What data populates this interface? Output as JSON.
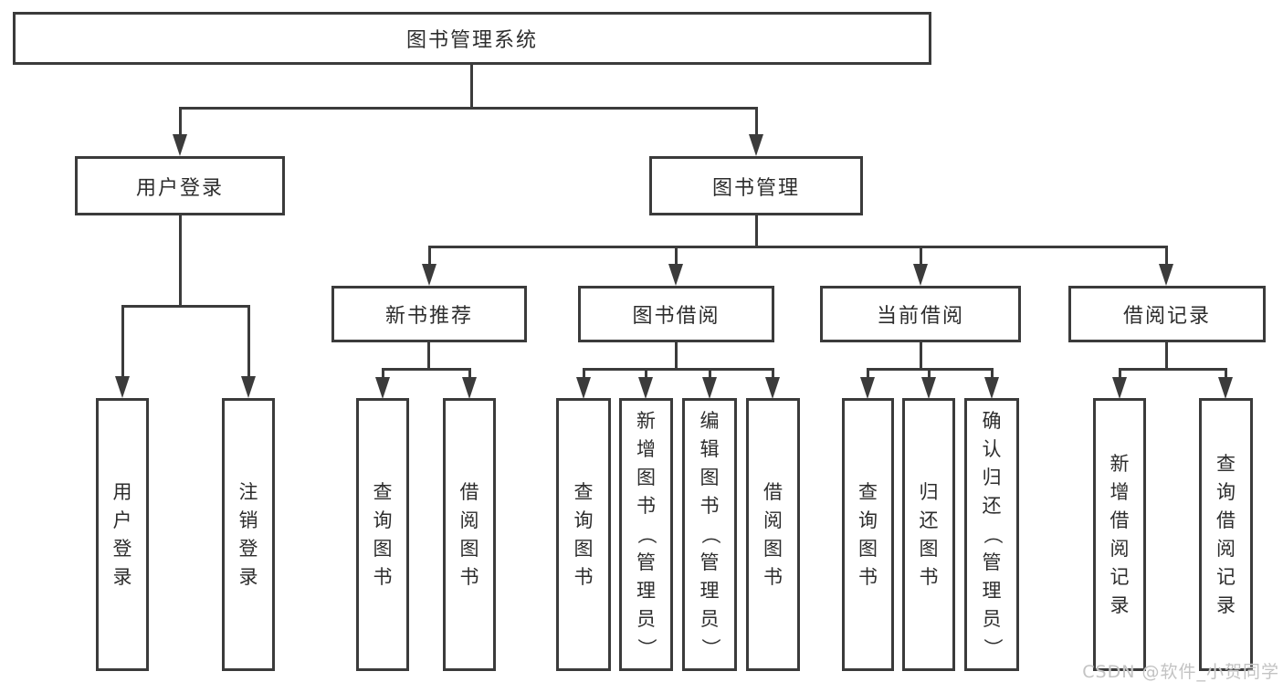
{
  "tree": {
    "label": "图书管理系统",
    "children": [
      {
        "label": "用户登录",
        "children": [
          {
            "label": "用户登录"
          },
          {
            "label": "注销登录"
          }
        ]
      },
      {
        "label": "图书管理",
        "children": [
          {
            "label": "新书推荐",
            "children": [
              {
                "label": "查询图书"
              },
              {
                "label": "借阅图书"
              }
            ]
          },
          {
            "label": "图书借阅",
            "children": [
              {
                "label": "查询图书"
              },
              {
                "label": "新增图书（管理员）"
              },
              {
                "label": "编辑图书（管理员）"
              },
              {
                "label": "借阅图书"
              }
            ]
          },
          {
            "label": "当前借阅",
            "children": [
              {
                "label": "查询图书"
              },
              {
                "label": "归还图书"
              },
              {
                "label": "确认归还（管理员）"
              }
            ]
          },
          {
            "label": "借阅记录",
            "children": [
              {
                "label": "新增借阅记录"
              },
              {
                "label": "查询借阅记录"
              }
            ]
          }
        ]
      }
    ]
  },
  "watermark": {
    "text": "CSDN @软件_小贺同学"
  },
  "colors": {
    "line": "#3b3b3b",
    "text": "#2d2d2d",
    "watermark": "#c3c3c3",
    "background": "#ffffff"
  }
}
